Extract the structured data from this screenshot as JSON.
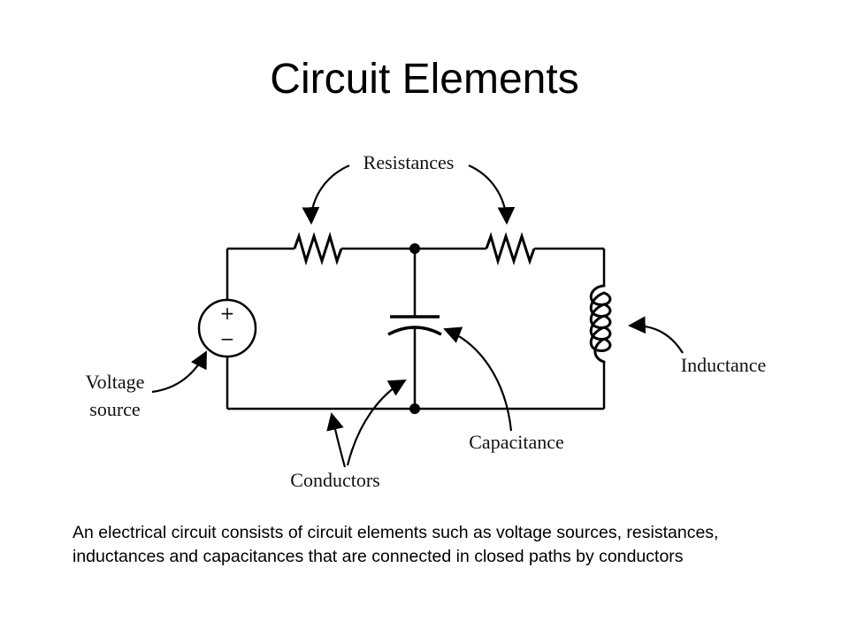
{
  "slide": {
    "title": "Circuit Elements",
    "caption": "An electrical circuit consists of circuit elements such as voltage sources, resistances, inductances and capacitances that are connected in closed paths by conductors"
  },
  "diagram": {
    "labels": {
      "resistances": "Resistances",
      "voltage_source_line1": "Voltage",
      "voltage_source_line2": "source",
      "inductance": "Inductance",
      "capacitance": "Capacitance",
      "conductors": "Conductors"
    },
    "source_symbols": {
      "plus": "+",
      "minus": "−"
    }
  },
  "colors": {
    "background": "#ffffff",
    "ink": "#000000"
  }
}
